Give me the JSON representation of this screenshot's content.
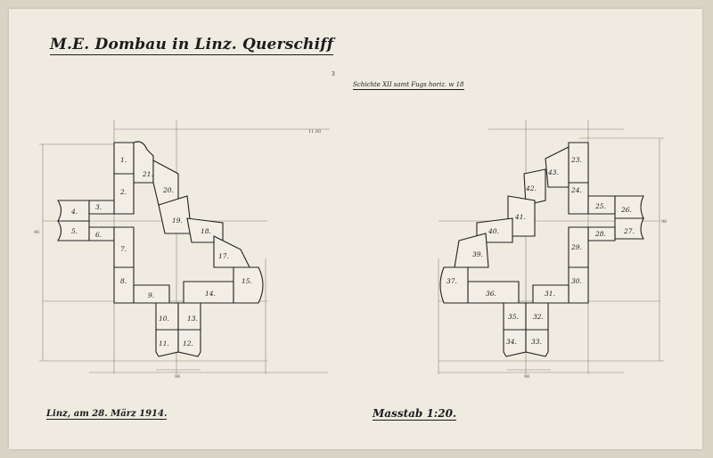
{
  "header": {
    "title": "M.E. Dombau in Linz. Querschiff",
    "page_mark": "3",
    "subtitle": "Schichte XII samt Fugs horiz. w 18"
  },
  "footer": {
    "date": "Linz, am 28. März 1914.",
    "scale": "Masstab 1:20."
  },
  "dimensions": {
    "top_width": "11.80",
    "left_bottom": "96",
    "right_bottom": "96",
    "left_side": "96",
    "right_side": "96"
  },
  "left_plan": {
    "stones": [
      {
        "id": "1",
        "label": "1."
      },
      {
        "id": "2",
        "label": "2."
      },
      {
        "id": "3",
        "label": "3."
      },
      {
        "id": "4",
        "label": "4."
      },
      {
        "id": "5",
        "label": "5."
      },
      {
        "id": "6",
        "label": "6."
      },
      {
        "id": "7",
        "label": "7."
      },
      {
        "id": "8",
        "label": "8."
      },
      {
        "id": "9",
        "label": "9."
      },
      {
        "id": "10",
        "label": "10."
      },
      {
        "id": "11",
        "label": "11."
      },
      {
        "id": "12",
        "label": "12."
      },
      {
        "id": "13",
        "label": "13."
      },
      {
        "id": "14",
        "label": "14."
      },
      {
        "id": "15",
        "label": "15."
      },
      {
        "id": "17",
        "label": "17."
      },
      {
        "id": "18",
        "label": "18."
      },
      {
        "id": "19",
        "label": "19."
      },
      {
        "id": "20",
        "label": "20."
      },
      {
        "id": "21",
        "label": "21."
      }
    ]
  },
  "right_plan": {
    "stones": [
      {
        "id": "23",
        "label": "23."
      },
      {
        "id": "24",
        "label": "24."
      },
      {
        "id": "25",
        "label": "25."
      },
      {
        "id": "26",
        "label": "26."
      },
      {
        "id": "27",
        "label": "27."
      },
      {
        "id": "28",
        "label": "28."
      },
      {
        "id": "29",
        "label": "29."
      },
      {
        "id": "30",
        "label": "30."
      },
      {
        "id": "31",
        "label": "31."
      },
      {
        "id": "32",
        "label": "32."
      },
      {
        "id": "33",
        "label": "33."
      },
      {
        "id": "34",
        "label": "34."
      },
      {
        "id": "35",
        "label": "35."
      },
      {
        "id": "36",
        "label": "36."
      },
      {
        "id": "37",
        "label": "37."
      },
      {
        "id": "39",
        "label": "39."
      },
      {
        "id": "40",
        "label": "40."
      },
      {
        "id": "41",
        "label": "41."
      },
      {
        "id": "42",
        "label": "42."
      },
      {
        "id": "43",
        "label": "43."
      }
    ]
  },
  "colors": {
    "paper": "#efebe1",
    "ink": "#1c1c1c",
    "construction": "#8a8278"
  }
}
